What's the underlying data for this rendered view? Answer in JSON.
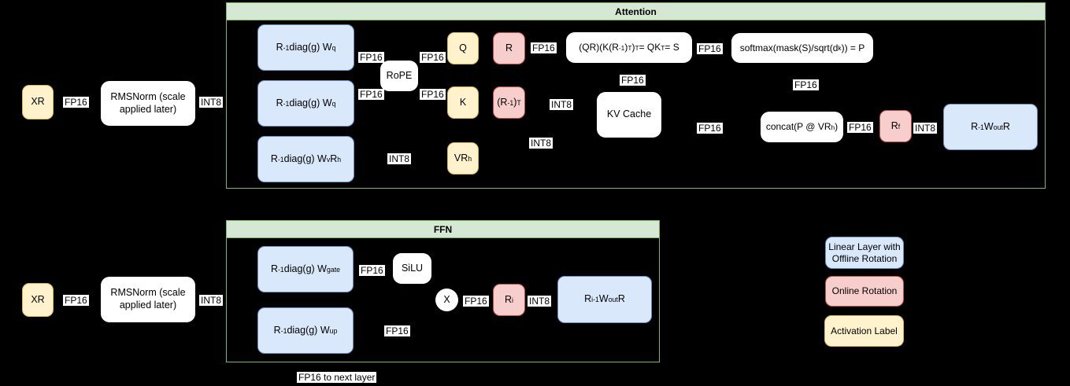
{
  "input": {
    "xr": "XR",
    "rmsnorm": "RMSNorm (scale applied later)"
  },
  "dtypes": {
    "fp16": "FP16",
    "int8": "INT8"
  },
  "attention": {
    "title": "Attention",
    "wq1": "R^{-1} diag(g) W_{q}",
    "wq2": "R^{-1} diag(g) W_{q}",
    "wv": "R^{-1} diag(g) W_{v} R_{h}",
    "rope": "RoPE",
    "q": "Q",
    "k": "K",
    "vrh": "VR_{h}",
    "r": "R",
    "rinv_t": "(R^{-1})^{T}",
    "qk_equation": "(QR)(K(R^{-1})^{T})^{T} = QK^{T} = S",
    "kv_cache": "KV Cache",
    "softmax_equation": "softmax(mask(S)/sqrt(d_{k})) = P",
    "concat": "concat(P @ VR_{h})",
    "rf": "R_{f}",
    "wout": "R^{-1} W_{out} R"
  },
  "ffn": {
    "title": "FFN",
    "wgate": "R^{-1} diag(g) W_{gate}",
    "wup": "R^{-1} diag(g) W_{up}",
    "silu": "SiLU",
    "multiply": "X",
    "ri": "R_{i}",
    "wout": "R_{i}^{-1} W_{out} R"
  },
  "footer": "FP16 to next layer",
  "legend": {
    "items": [
      {
        "label": "Linear Layer with Offline Rotation",
        "type": "blue"
      },
      {
        "label": "Online Rotation",
        "type": "pink"
      },
      {
        "label": "Activation Label",
        "type": "yellow"
      }
    ]
  },
  "colors": {
    "offline_rotation_fill": "#dae8fc",
    "offline_rotation_border": "#6c8ebf",
    "online_rotation_fill": "#f8cecc",
    "online_rotation_border": "#b85450",
    "activation_fill": "#fff2cc",
    "activation_border": "#d6b656",
    "group_header_fill": "#d5e8d4",
    "group_border": "#82b366",
    "background": "#000000"
  }
}
